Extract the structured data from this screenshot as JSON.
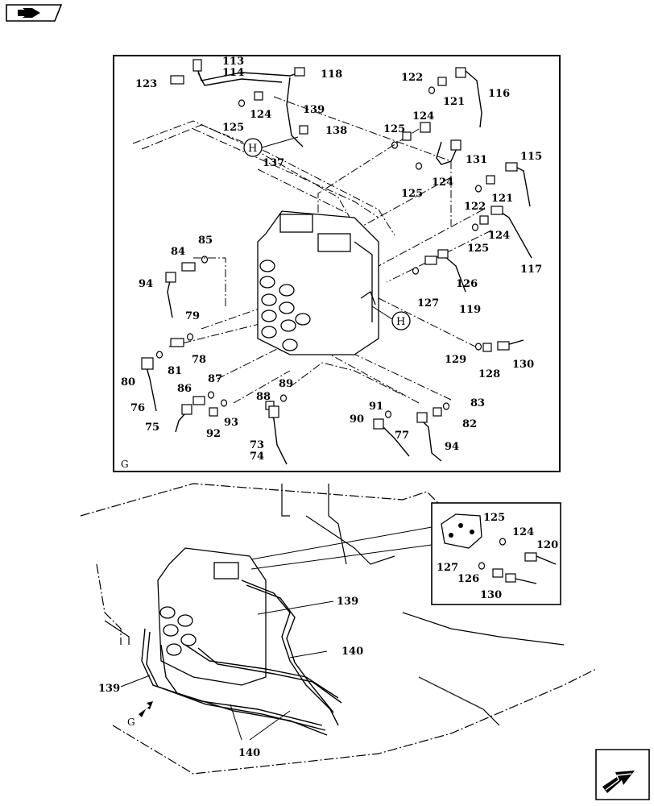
{
  "toolbar": {
    "tab_icon": "book-arrow-icon",
    "corner_icon": "next-page-arrow-icon"
  },
  "frame_label": "G",
  "detail_marker": "H",
  "view_marker": "G",
  "callouts_upper": [
    "113",
    "114",
    "123",
    "118",
    "122",
    "116",
    "121",
    "139",
    "124",
    "125",
    "138",
    "137",
    "124",
    "125",
    "131",
    "124",
    "125",
    "115",
    "121",
    "122",
    "124",
    "125",
    "117",
    "85",
    "84",
    "126",
    "94",
    "127",
    "119",
    "79",
    "78",
    "81",
    "80",
    "129",
    "130",
    "128",
    "87",
    "86",
    "89",
    "76",
    "88",
    "83",
    "91",
    "75",
    "93",
    "92",
    "90",
    "82",
    "77",
    "73",
    "74",
    "94"
  ],
  "callouts_lower": [
    "125",
    "124",
    "120",
    "127",
    "126",
    "130",
    "139",
    "140",
    "139",
    "140"
  ]
}
